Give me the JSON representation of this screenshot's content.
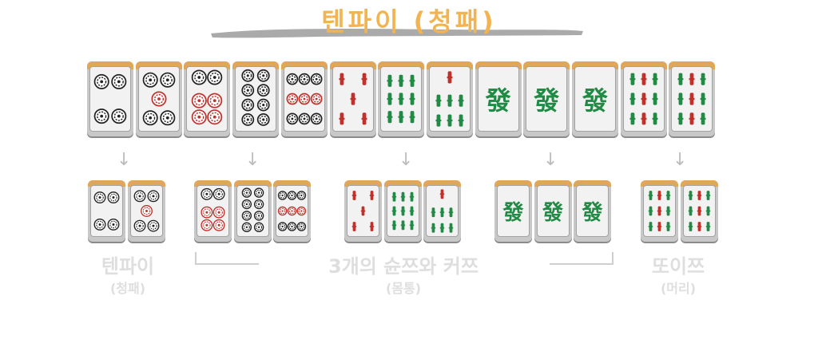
{
  "title": "텐파이 (청패)",
  "main_hand": [
    {
      "suit": "pin",
      "n": 4
    },
    {
      "suit": "pin",
      "n": 5
    },
    {
      "suit": "pin",
      "n": 6
    },
    {
      "suit": "pin",
      "n": 8
    },
    {
      "suit": "pin",
      "n": 9
    },
    {
      "suit": "sou",
      "n": 5
    },
    {
      "suit": "sou",
      "n": 8
    },
    {
      "suit": "sou",
      "n": 7
    },
    {
      "suit": "honor",
      "symbol": "發"
    },
    {
      "suit": "honor",
      "symbol": "發"
    },
    {
      "suit": "honor",
      "symbol": "發"
    },
    {
      "suit": "sou",
      "n": 9
    },
    {
      "suit": "sou",
      "n": 9
    }
  ],
  "groups": [
    {
      "role": "tenpai",
      "tiles": [
        {
          "suit": "pin",
          "n": 4
        },
        {
          "suit": "pin",
          "n": 5
        }
      ]
    },
    {
      "role": "run",
      "tiles": [
        {
          "suit": "pin",
          "n": 6
        },
        {
          "suit": "pin",
          "n": 8
        },
        {
          "suit": "pin",
          "n": 9
        }
      ]
    },
    {
      "role": "run",
      "tiles": [
        {
          "suit": "sou",
          "n": 5
        },
        {
          "suit": "sou",
          "n": 8
        },
        {
          "suit": "sou",
          "n": 7
        }
      ]
    },
    {
      "role": "set",
      "tiles": [
        {
          "suit": "honor",
          "symbol": "發"
        },
        {
          "suit": "honor",
          "symbol": "發"
        },
        {
          "suit": "honor",
          "symbol": "發"
        }
      ]
    },
    {
      "role": "pair",
      "tiles": [
        {
          "suit": "sou",
          "n": 9
        },
        {
          "suit": "sou",
          "n": 9
        }
      ]
    }
  ],
  "labels": {
    "tenpai": "텐파이",
    "tenpai_sub": "(청패)",
    "body": "3개의 슌쯔와 커쯔",
    "body_sub": "(몸통)",
    "pair": "또이쯔",
    "pair_sub": "(머리)"
  },
  "colors": {
    "title": "#f2b452",
    "pin_black": "#222222",
    "pin_red": "#c0312b",
    "sou_green": "#218a45",
    "sou_red": "#c0312b",
    "label": "#dedede"
  }
}
